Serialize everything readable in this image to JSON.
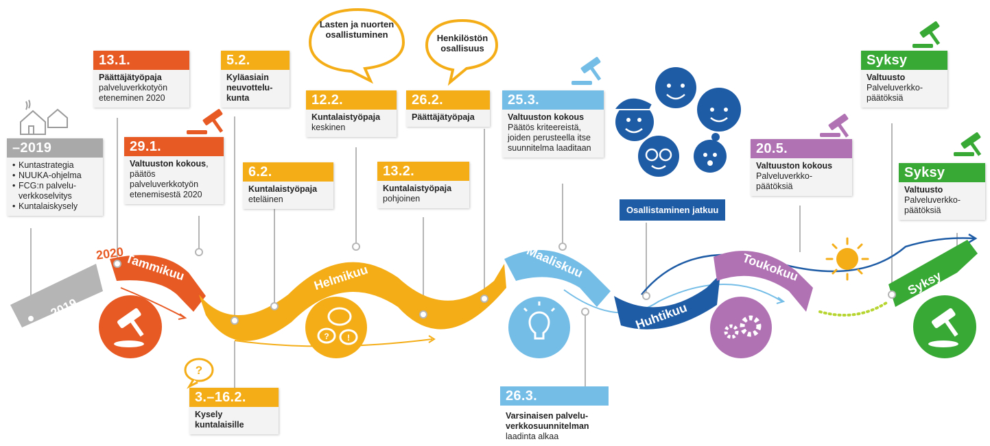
{
  "year_label": "2020",
  "cards": {
    "c2019": {
      "header": "–2019",
      "items": [
        "Kuntastrategia",
        "NUUKA-ohjelma",
        "FCG:n palvelu-verkkoselvitys",
        "Kuntalaiskysely"
      ]
    },
    "c131": {
      "header": "13.1.",
      "title": "Päättäjätyöpaja",
      "text": "palveluverkkotyön eteneminen 2020"
    },
    "c291": {
      "header": "29.1.",
      "title": "Valtuuston kokous",
      "text": ", päätös palveluverkkotyön etenemisestä 2020"
    },
    "c52": {
      "header": "5.2.",
      "title": "Kyläasiain neuvottelu-kunta"
    },
    "c62": {
      "header": "6.2.",
      "title": "Kuntalaistyöpaja",
      "text": "eteläinen"
    },
    "c3162": {
      "header": "3.–16.2.",
      "title": "Kysely kuntalaisille"
    },
    "c122": {
      "header": "12.2.",
      "title": "Kuntalaistyöpaja",
      "text": "keskinen"
    },
    "c132": {
      "header": "13.2.",
      "title": "Kuntalaistyöpaja",
      "text": "pohjoinen"
    },
    "c262": {
      "header": "26.2.",
      "title": "Päättäjätyöpaja"
    },
    "c253": {
      "header": "25.3.",
      "title": "Valtuuston kokous",
      "text": "Päätös kriteereistä, joiden perusteella itse suunnitelma laaditaan"
    },
    "c263": {
      "header": "26.3.",
      "title": "Varsinaisen palvelu-verkkosuunnitelman",
      "text": "laadinta alkaa"
    },
    "c205": {
      "header": "20.5.",
      "title": "Valtuuston kokous",
      "text": "Palveluverkko-päätöksiä"
    },
    "syksy1": {
      "header": "Syksy",
      "title": "Valtuusto",
      "text": "Palveluverkko-päätöksiä"
    },
    "syksy2": {
      "header": "Syksy",
      "title": "Valtuusto",
      "text": "Palveluverkko-päätöksiä"
    }
  },
  "bubbles": {
    "lasten": "Lasten ja nuorten osallistuminen",
    "henkilosto": "Henkilöstön osallisuus"
  },
  "osallistaminen": "Osallistaminen jatkuu",
  "months": {
    "m2019": "–2019",
    "tammikuu": "Tammikuu",
    "helmikuu": "Helmikuu",
    "maaliskuu": "Maaliskuu",
    "huhtikuu": "Huhtikuu",
    "toukokuu": "Toukokuu",
    "syksy": "Syksy"
  },
  "colors": {
    "grey": "#a9a9a9",
    "orange": "#e85a24",
    "yellow": "#f4ad16",
    "lightblue": "#74bde7",
    "darkblue": "#1f5ca6",
    "purple": "#b172b4",
    "green": "#39a935",
    "lime": "#b7d531"
  }
}
